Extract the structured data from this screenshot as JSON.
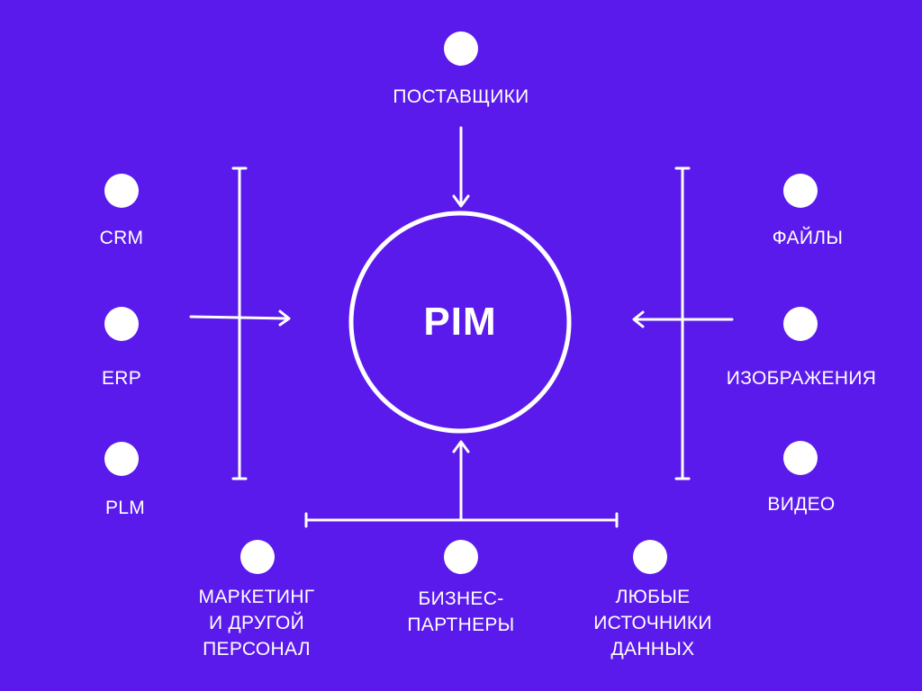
{
  "colors": {
    "background": "#5b1aec",
    "foreground": "#ffffff"
  },
  "center": {
    "label": "PIM"
  },
  "nodes": {
    "suppliers": "ПОСТАВЩИКИ",
    "crm": "CRM",
    "erp": "ERP",
    "plm": "PLM",
    "files": "ФАЙЛЫ",
    "images": "ИЗОБРАЖЕНИЯ",
    "video": "ВИДЕО",
    "marketing": "МАРКЕТИНГ\nИ ДРУГОЙ\nПЕРСОНАЛ",
    "partners": "БИЗНЕС-\nПАРТНЕРЫ",
    "any_sources": "ЛЮБЫЕ\nИСТОЧНИКИ\nДАННЫХ"
  }
}
